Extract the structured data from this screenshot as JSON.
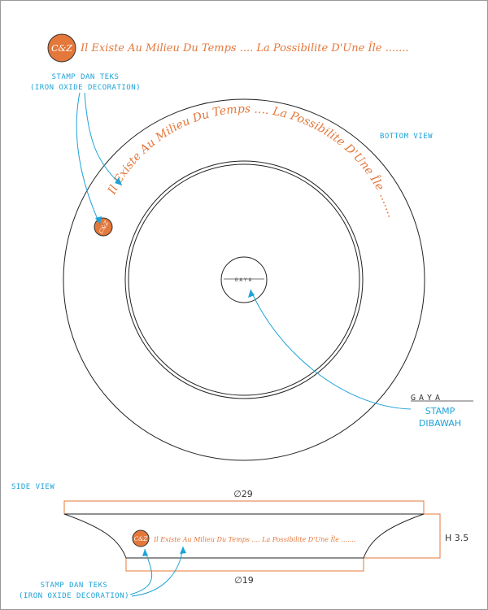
{
  "title_line": {
    "stamp_text": "C&Z",
    "motto": "Il Existe Au Milieu Du Temps .... La Possibilite D'Une Île ......."
  },
  "top_callout": {
    "line1": "STAMP DAN TEKS",
    "line2": "(IRON OXIDE DECORATION)"
  },
  "bottom_view": {
    "label": "BOTTOM VIEW",
    "arc_text": "Il Existe Au Milieu Du Temps .... La Possibilite D'Une Île .......",
    "stamp_text": "C&Z",
    "center_mark": "GAYA",
    "logo_text": "GAYA",
    "stamp_callout_line1": "STAMP",
    "stamp_callout_line2": "DIBAWAH"
  },
  "side_view": {
    "label": "SIDE VIEW",
    "top_diameter": "∅29",
    "bottom_diameter": "∅19",
    "height": "H 3.5",
    "stamp_text": "C&Z",
    "motto": "Il Existe Au Milieu Du Temps .... La Possibilite D'Une Île .......",
    "callout_line1": "STAMP DAN TEKS",
    "callout_line2": "(IRON OXIDE DECORATION)"
  },
  "colors": {
    "accent_orange": "#e4773a",
    "callout_cyan": "#1ea3d8",
    "line": "#222222"
  }
}
